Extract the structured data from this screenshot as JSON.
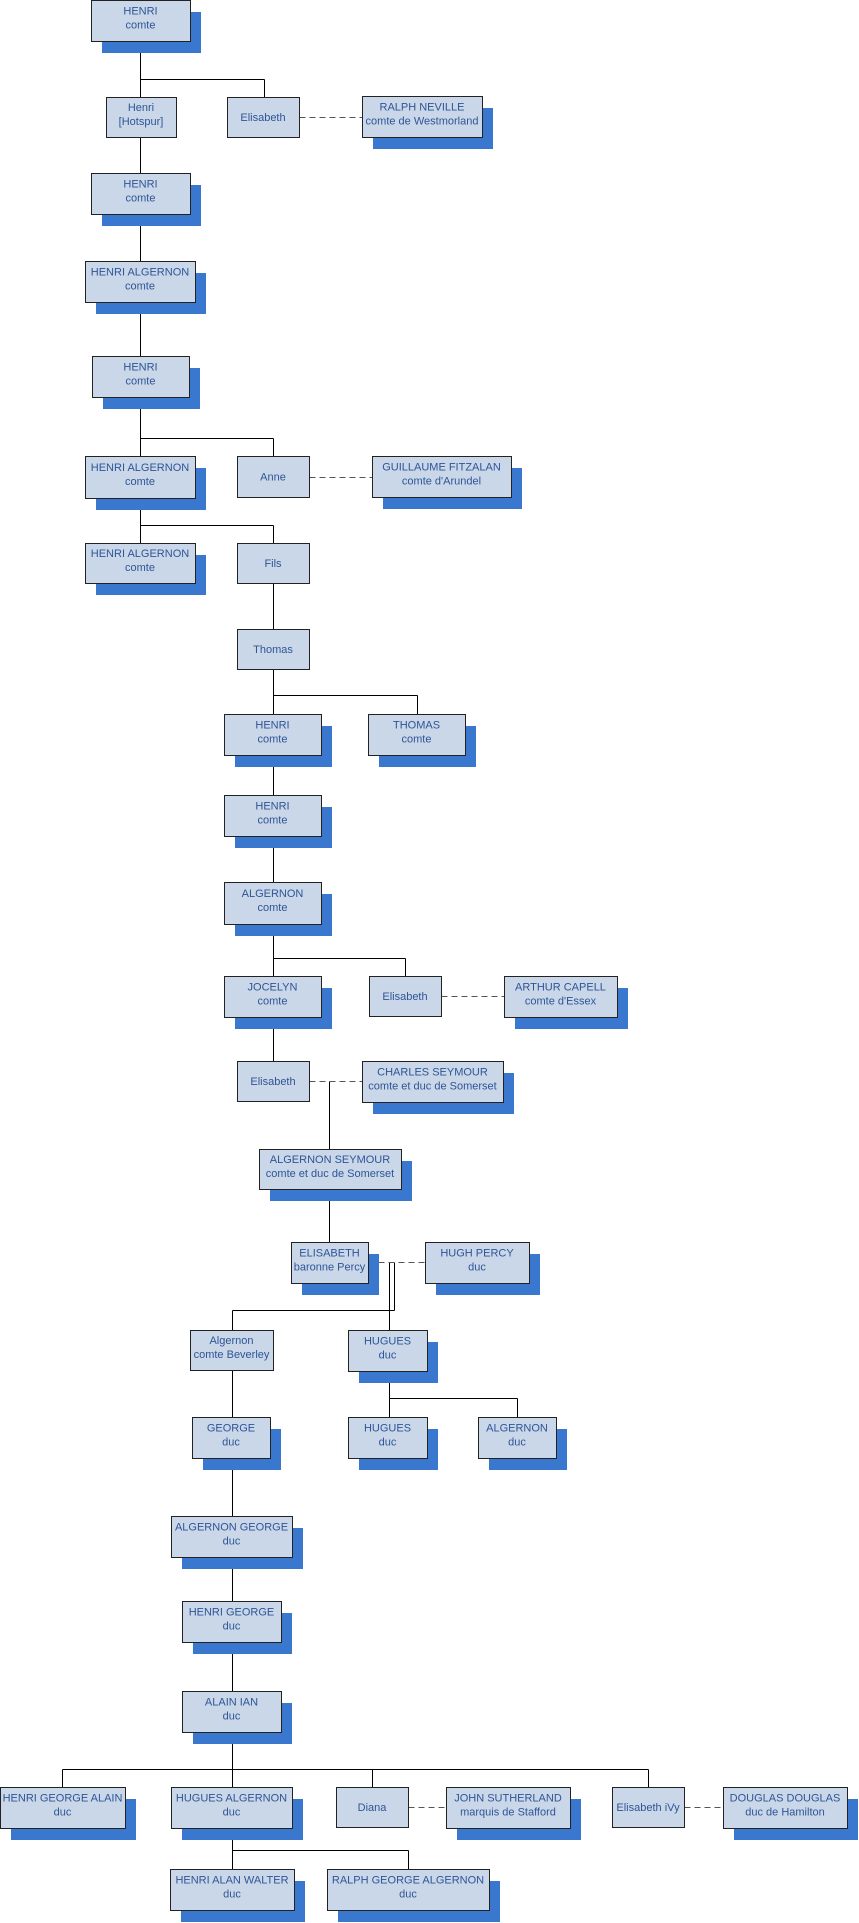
{
  "colors": {
    "box_fill": "#c9d7e8",
    "box_stroke": "#222222",
    "shadow": "#3a78cf",
    "text": "#2f5597",
    "line": "#000000"
  },
  "nodes": [
    {
      "id": "n1",
      "lines": [
        "HENRI",
        "comte"
      ],
      "shadow": true
    },
    {
      "id": "n2",
      "lines": [
        "Henri",
        "[Hotspur]"
      ],
      "shadow": false
    },
    {
      "id": "n3",
      "lines": [
        "Elisabeth"
      ],
      "shadow": false
    },
    {
      "id": "n4",
      "lines": [
        "RALPH NEVILLE",
        "comte de Westmorland"
      ],
      "shadow": true
    },
    {
      "id": "n5",
      "lines": [
        "HENRI",
        "comte"
      ],
      "shadow": true
    },
    {
      "id": "n6",
      "lines": [
        "HENRI ALGERNON",
        "comte"
      ],
      "shadow": true
    },
    {
      "id": "n7",
      "lines": [
        "HENRI",
        "comte"
      ],
      "shadow": true
    },
    {
      "id": "n8",
      "lines": [
        "HENRI ALGERNON",
        "comte"
      ],
      "shadow": true
    },
    {
      "id": "n9",
      "lines": [
        "Anne"
      ],
      "shadow": false
    },
    {
      "id": "n10",
      "lines": [
        "GUILLAUME FITZALAN",
        "comte d'Arundel"
      ],
      "shadow": true
    },
    {
      "id": "n11",
      "lines": [
        "HENRI ALGERNON",
        "comte"
      ],
      "shadow": true
    },
    {
      "id": "n12",
      "lines": [
        "Fils"
      ],
      "shadow": false
    },
    {
      "id": "n13",
      "lines": [
        "Thomas"
      ],
      "shadow": false
    },
    {
      "id": "n14",
      "lines": [
        "HENRI",
        "comte"
      ],
      "shadow": true
    },
    {
      "id": "n15",
      "lines": [
        "THOMAS",
        "comte"
      ],
      "shadow": true
    },
    {
      "id": "n16",
      "lines": [
        "HENRI",
        "comte"
      ],
      "shadow": true
    },
    {
      "id": "n17",
      "lines": [
        "ALGERNON",
        "comte"
      ],
      "shadow": true
    },
    {
      "id": "n18",
      "lines": [
        "JOCELYN",
        "comte"
      ],
      "shadow": true
    },
    {
      "id": "n19",
      "lines": [
        "Elisabeth"
      ],
      "shadow": false
    },
    {
      "id": "n20",
      "lines": [
        "ARTHUR CAPELL",
        "comte d'Essex"
      ],
      "shadow": true
    },
    {
      "id": "n21",
      "lines": [
        "Elisabeth"
      ],
      "shadow": false
    },
    {
      "id": "n22",
      "lines": [
        "CHARLES SEYMOUR",
        "comte et duc de Somerset"
      ],
      "shadow": true
    },
    {
      "id": "n23",
      "lines": [
        "ALGERNON SEYMOUR",
        "comte et duc de Somerset"
      ],
      "shadow": true
    },
    {
      "id": "n24",
      "lines": [
        "ELISABETH",
        "baronne Percy"
      ],
      "shadow": true
    },
    {
      "id": "n25",
      "lines": [
        "HUGH PERCY",
        "duc"
      ],
      "shadow": true
    },
    {
      "id": "n26",
      "lines": [
        "Algernon",
        "comte Beverley"
      ],
      "shadow": false
    },
    {
      "id": "n27",
      "lines": [
        "HUGUES",
        "duc"
      ],
      "shadow": true
    },
    {
      "id": "n28",
      "lines": [
        "GEORGE",
        "duc"
      ],
      "shadow": true
    },
    {
      "id": "n29",
      "lines": [
        "HUGUES",
        "duc"
      ],
      "shadow": true
    },
    {
      "id": "n30",
      "lines": [
        "ALGERNON",
        "duc"
      ],
      "shadow": true
    },
    {
      "id": "n31",
      "lines": [
        "ALGERNON GEORGE",
        "duc"
      ],
      "shadow": true
    },
    {
      "id": "n32",
      "lines": [
        "HENRI GEORGE",
        "duc"
      ],
      "shadow": true
    },
    {
      "id": "n33",
      "lines": [
        "ALAIN IAN",
        "duc"
      ],
      "shadow": true
    },
    {
      "id": "n34",
      "lines": [
        "HENRI GEORGE ALAIN",
        "duc"
      ],
      "shadow": true
    },
    {
      "id": "n35",
      "lines": [
        "HUGUES ALGERNON",
        "duc"
      ],
      "shadow": true
    },
    {
      "id": "n36",
      "lines": [
        "Diana"
      ],
      "shadow": false
    },
    {
      "id": "n37",
      "lines": [
        "JOHN SUTHERLAND",
        "marquis de Stafford"
      ],
      "shadow": true
    },
    {
      "id": "n38",
      "lines": [
        "Elisabeth iVy"
      ],
      "shadow": false
    },
    {
      "id": "n39",
      "lines": [
        "DOUGLAS DOUGLAS",
        "duc de Hamilton"
      ],
      "shadow": true
    },
    {
      "id": "n40",
      "lines": [
        "HENRI ALAN WALTER",
        "duc"
      ],
      "shadow": true
    },
    {
      "id": "n41",
      "lines": [
        "RALPH GEORGE ALGERNON",
        "duc"
      ],
      "shadow": true
    }
  ]
}
